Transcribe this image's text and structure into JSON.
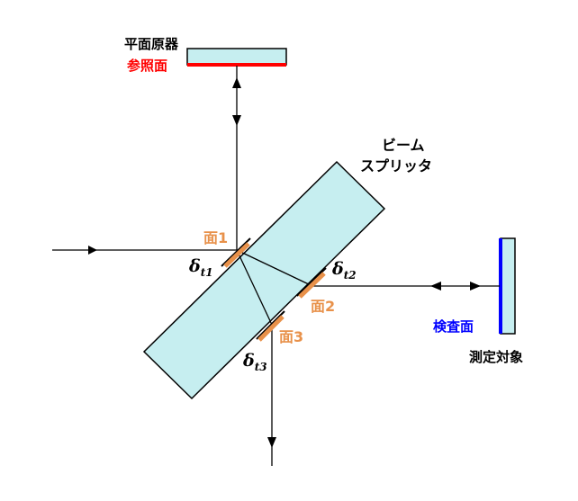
{
  "labels": {
    "reference_flat": "平面原器",
    "reference_surface": "参照面",
    "beam_splitter_line1": "ビーム",
    "beam_splitter_line2": "スプリッタ",
    "surface1": "面1",
    "surface2": "面2",
    "surface3": "面3",
    "test_surface": "検査面",
    "test_object": "測定対象"
  },
  "thickness_labels": [
    {
      "base": "δ",
      "sub": "t1"
    },
    {
      "base": "δ",
      "sub": "t2"
    },
    {
      "base": "δ",
      "sub": "t3"
    }
  ],
  "colors": {
    "optic_fill": "#c6eef0",
    "outline": "#000000",
    "reference_surface": "#ff0000",
    "test_surface": "#0000ff",
    "surface_marker": "#e8914a",
    "text": "#000000"
  }
}
